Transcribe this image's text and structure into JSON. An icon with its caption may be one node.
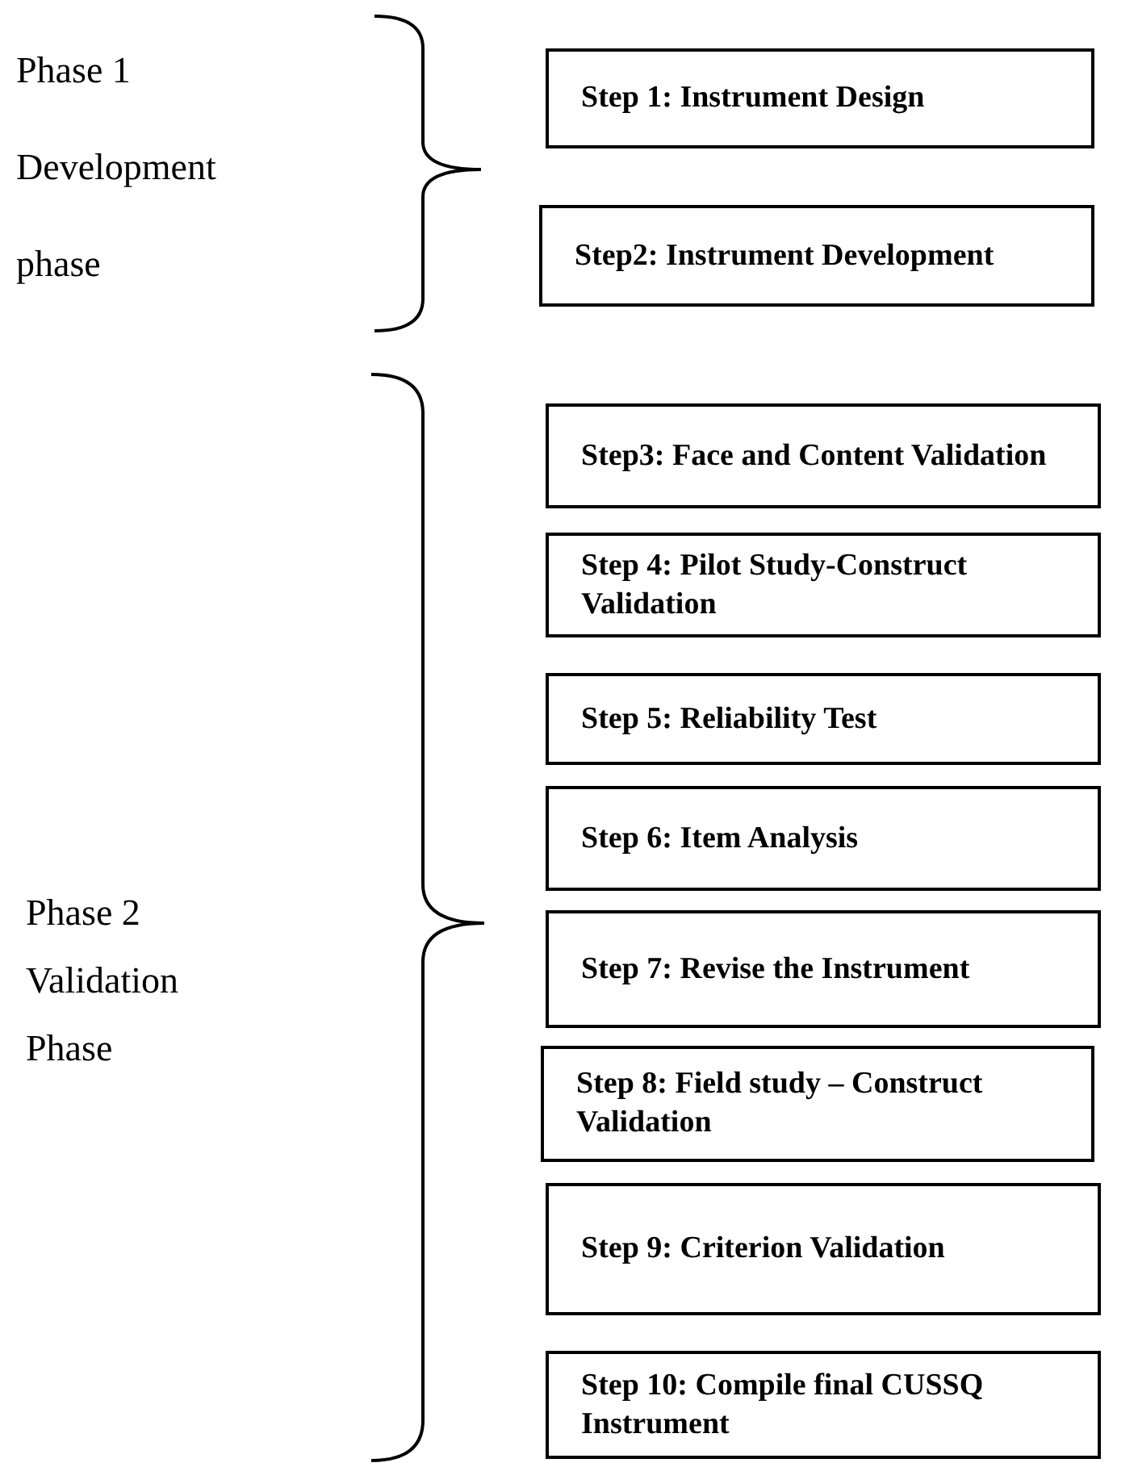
{
  "diagram": {
    "nodes": [
      {
        "text": [
          "Step 1: Instrument Design"
        ]
      },
      {
        "text": [
          "Step2: Instrument Development"
        ]
      },
      {
        "text": [
          "Step3: Face and Content Validation"
        ]
      },
      {
        "text": [
          "Step 4: Pilot Study-Construct Validation"
        ]
      },
      {
        "text": [
          "Step 5: Reliability Test"
        ]
      },
      {
        "text": [
          "Step 6: Item Analysis"
        ]
      },
      {
        "text": [
          "Step 7: Revise the Instrument"
        ]
      },
      {
        "text": [
          "Step 8: Field study – Construct Validation"
        ]
      },
      {
        "text": [
          "Step 9: Criterion Validation"
        ]
      },
      {
        "text": [
          "Step 10: Compile final CUSSQ Instrument"
        ]
      }
    ],
    "labels": [
      "Phase 1 Development phase",
      "Phase 2 Validation Phase"
    ]
  }
}
